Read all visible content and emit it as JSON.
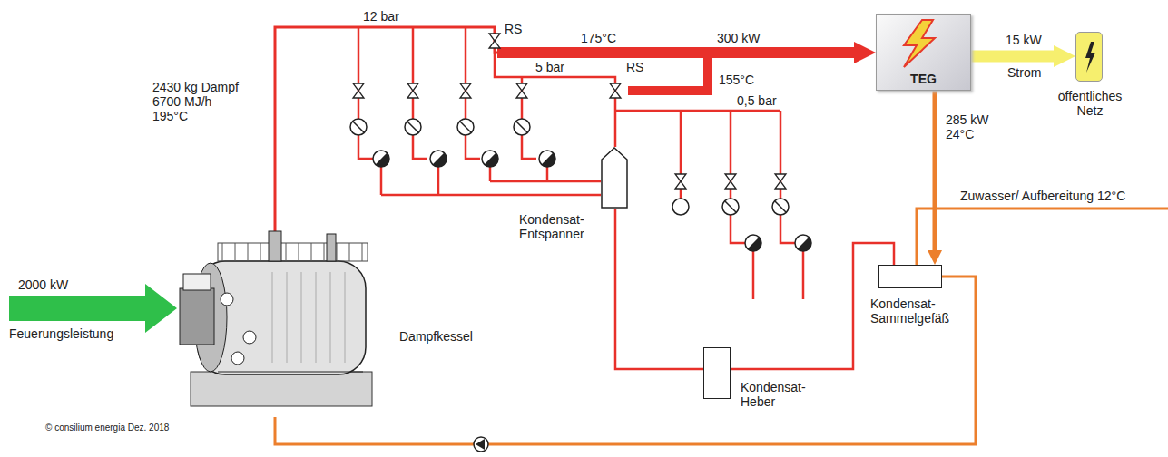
{
  "diagram": {
    "nodes": [
      {
        "text": [
          "Dampfkessel"
        ]
      },
      {
        "text": [
          "Kondensat-Entspanner"
        ]
      },
      {
        "text": [
          "TEG"
        ]
      },
      {
        "text": [
          "öffentliches Netz"
        ]
      },
      {
        "text": [
          "Kondensat-Heber"
        ]
      },
      {
        "text": [
          "Kondensat-Sammelgefäß"
        ]
      }
    ],
    "edges": [
      {
        "from": 0,
        "to": 2,
        "arrow": "to",
        "label": "300 kW"
      },
      {
        "from": 2,
        "to": 3,
        "arrow": "to",
        "label": "15 kW"
      },
      {
        "from": 2,
        "to": 5,
        "arrow": "to",
        "label": "285 kW 24°C"
      },
      {
        "from": 1,
        "to": 4,
        "arrow": "none"
      },
      {
        "from": 4,
        "to": 5,
        "arrow": "none"
      },
      {
        "from": 5,
        "to": 0,
        "arrow": "none"
      }
    ],
    "labels": [
      "12 bar",
      "2430 kg Dampf 6700 MJ/h 195°C",
      "RS",
      "175°C",
      "RS",
      "5 bar",
      "155°C",
      "0,5 bar",
      "Strom",
      "Zuwasser/ Aufbereitung 12°C",
      "2000 kW",
      "Feuerungsleistung",
      "© consilium energia Dez. 2018"
    ]
  }
}
